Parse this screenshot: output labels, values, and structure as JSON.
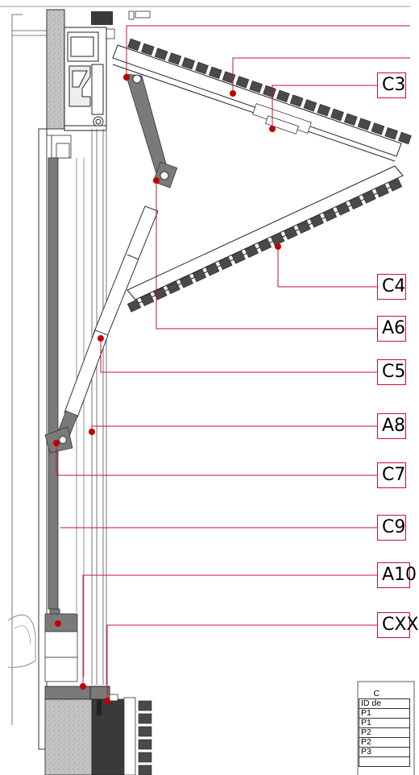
{
  "callouts": [
    "C3",
    "C4",
    "A6",
    "C5",
    "A8",
    "C7",
    "C9",
    "A10",
    "CXX"
  ],
  "table": {
    "header": "C",
    "rows": [
      "ID de",
      "P1",
      "P1",
      "P2",
      "P2",
      "P3",
      ""
    ]
  },
  "colors": {
    "leader": "#c8102e",
    "marker": "#c00000",
    "frame_gray": "#7a7a7a",
    "dark_block": "#3a3a3a",
    "tile": "#4a4a4a",
    "concrete": "#bdbdbd"
  }
}
